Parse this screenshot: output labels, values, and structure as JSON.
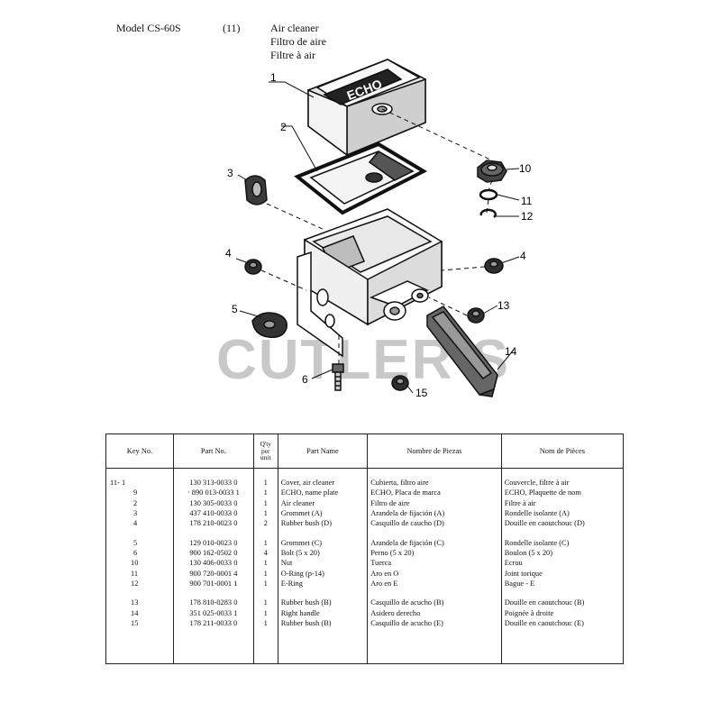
{
  "header": {
    "model": "Model CS-60S",
    "section_no": "(11)",
    "title_en": "Air cleaner",
    "title_es": "Filtro de aire",
    "title_fr": "Filtre à air"
  },
  "diagram": {
    "callouts": [
      "1",
      "2",
      "3",
      "4",
      "4",
      "5",
      "6",
      "10",
      "11",
      "12",
      "13",
      "14",
      "15"
    ],
    "cover_brand": "ECHO",
    "watermark": "CUTLER S"
  },
  "table": {
    "headers": {
      "key_no": "Key No.",
      "part_no": "Part No.",
      "qty": [
        "Q'ty",
        "per",
        "unit"
      ],
      "part_name": "Part Name",
      "nombre": "Nombre de Piezas",
      "nom": "Nom de Pièces"
    },
    "rows": [
      {
        "key": "11- 1",
        "part": "130 313-0033 0",
        "qty": "1",
        "name": "Cover, air cleaner",
        "es": "Cubierta, filtro aire",
        "fr": "Couvercle, filtre à air"
      },
      {
        "key": "9",
        "part": "· 890 013-0033 1",
        "qty": "1",
        "name": "ECHO, name plate",
        "es": "ECHO, Placa de marca",
        "fr": "ECHO, Plaquette de nom"
      },
      {
        "key": "2",
        "part": "130 305-0033 0",
        "qty": "1",
        "name": "Air cleaner",
        "es": "Filtro de aire",
        "fr": "Filtre à air"
      },
      {
        "key": "3",
        "part": "437 410-0033 0",
        "qty": "1",
        "name": "Grommet (A)",
        "es": "Arandela de fijación (A)",
        "fr": "Rondelle isolante (A)"
      },
      {
        "key": "4",
        "part": "178 210-0023 0",
        "qty": "2",
        "name": "Rubber bush (D)",
        "es": "Casquillo de caucho (D)",
        "fr": "Douille en caoutchouc (D)"
      },
      {
        "key": "5",
        "part": "129 010-0023 0",
        "qty": "1",
        "name": "Grommet (C)",
        "es": "Arandela de fijación (C)",
        "fr": "Rondelle isolante (C)"
      },
      {
        "key": "6",
        "part": "900 162-0502 0",
        "qty": "4",
        "name": "Bolt (5 x 20)",
        "es": "Perno (5 x 20)",
        "fr": "Boulon (5 x 20)"
      },
      {
        "key": "10",
        "part": "130 406-0033 0",
        "qty": "1",
        "name": "Nut",
        "es": "Tuerca",
        "fr": "Ecrou"
      },
      {
        "key": "11",
        "part": "900 720-0001 4",
        "qty": "1",
        "name": "O-Ring (p-14)",
        "es": "Aro en O",
        "fr": "Joint torique"
      },
      {
        "key": "12",
        "part": "900 701-0001 1",
        "qty": "1",
        "name": "E-Ring",
        "es": "Aro en E",
        "fr": "Bague - E"
      },
      {
        "key": "13",
        "part": "178 810-0283 0",
        "qty": "1",
        "name": "Rubber bush (B)",
        "es": "Casquillo de acucho (B)",
        "fr": "Douille en caoutchouc (B)"
      },
      {
        "key": "14",
        "part": "351 025-0033 1",
        "qty": "1",
        "name": "Right handle",
        "es": "Asidero derecho",
        "fr": "Poignée à droite"
      },
      {
        "key": "15",
        "part": "178 211-0033 0",
        "qty": "1",
        "name": "Rubber bush (B)",
        "es": "Casquillo de acucho (E)",
        "fr": "Douille en caoutchouc (E)"
      }
    ]
  }
}
